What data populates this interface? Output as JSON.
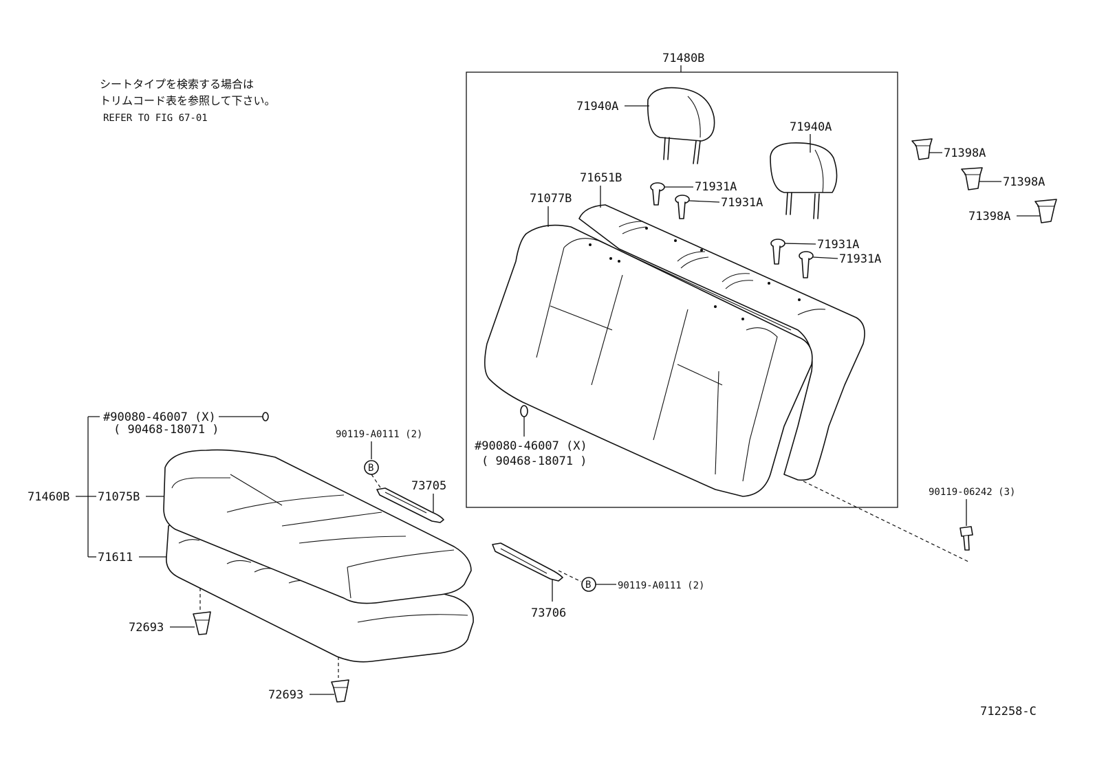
{
  "note": {
    "line1": "シートタイプを検索する場合は",
    "line2": "トリムコード表を参照して下さい。",
    "line3": "REFER TO FIG 67-01"
  },
  "drawing_number": "712258-C",
  "callouts": {
    "p71480B": "71480B",
    "p71940A_left": "71940A",
    "p71940A_right": "71940A",
    "p71651B": "71651B",
    "p71077B": "71077B",
    "p71931A_1": "71931A",
    "p71931A_2": "71931A",
    "p71931A_3": "71931A",
    "p71931A_4": "71931A",
    "p71398A_1": "71398A",
    "p71398A_2": "71398A",
    "p71398A_3": "71398A",
    "back_clip_main": "#90080-46007 (X)",
    "back_clip_alt": "( 90468-18071  )",
    "cush_clip_main": "#90080-46007 (X)",
    "cush_clip_alt": "( 90468-18071  )",
    "p90119_A0111_top": "90119-A0111 (2)",
    "p90119_A0111_bottom": "90119-A0111 (2)",
    "p73705": "73705",
    "p73706": "73706",
    "p71460B": "71460B",
    "p71075B": "71075B",
    "p71611": "71611",
    "p72693_1": "72693",
    "p72693_2": "72693",
    "p90119_06242": "90119-06242 (3)",
    "ref_b_top": "B",
    "ref_b_bottom": "B"
  }
}
